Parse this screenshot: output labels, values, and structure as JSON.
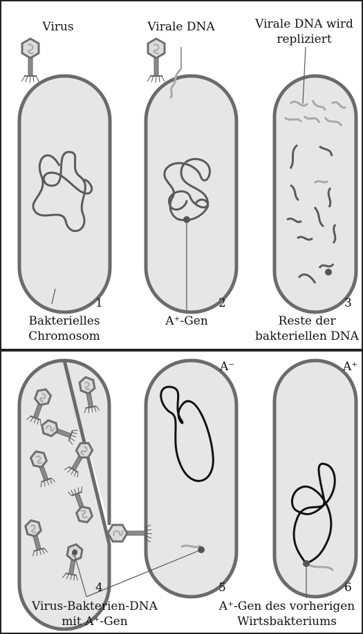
{
  "labels": {
    "virus": "Virus",
    "viral_dna": "Virale DNA",
    "viral_dna_replicated_line1": "Virale DNA wird",
    "viral_dna_replicated_line2": "repliziert",
    "bacterial_chromosome_line1": "Bakterielles",
    "bacterial_chromosome_line2": "Chromosom",
    "a_plus_gene": "A⁺-Gen",
    "remnants_line1": "Reste der",
    "remnants_line2": "bakteriellen DNA",
    "virus_bacteria_dna_line1": "Virus-Bakterien-DNA",
    "virus_bacteria_dna_line2": "mit A⁺-Gen",
    "a_plus_gene_previous_line1": "A⁺-Gen des vorherigen",
    "a_plus_gene_previous_line2": "Wirtsbakteriums",
    "a_minus": "A⁻",
    "a_plus": "A⁺"
  },
  "steps": [
    "1",
    "2",
    "3",
    "4",
    "5",
    "6"
  ],
  "colors": {
    "cell_fill": "#e6e6e6",
    "cell_border": "#6b6b6b",
    "panel_background": "#ffffff",
    "panel_border": "#222222",
    "bacterial_dna": "#5a5a5a",
    "viral_dna": "#a8a8a8",
    "recipient_dna": "#111111",
    "gene_dot": "#555555",
    "virus": "#808080"
  }
}
